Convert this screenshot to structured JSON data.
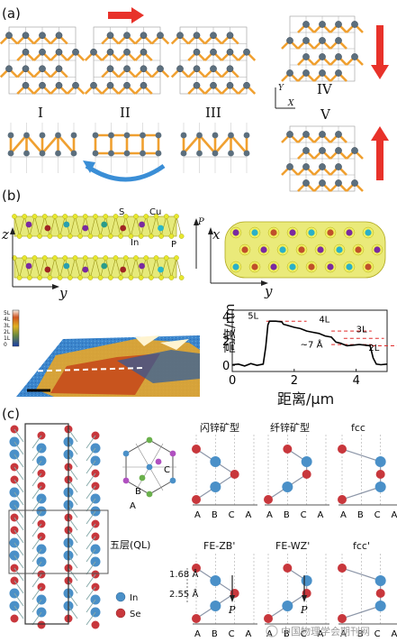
{
  "panels": {
    "a": {
      "label": "(a)",
      "phases": [
        "I",
        "II",
        "III",
        "IV",
        "V"
      ],
      "axes": {
        "y": "Y",
        "x": "X"
      }
    },
    "b": {
      "label": "(b)",
      "atoms": {
        "s": "S",
        "cu": "Cu",
        "in": "In",
        "p": "P"
      },
      "axes_left": {
        "z": "z",
        "y": "y"
      },
      "axes_right": {
        "p": "P",
        "x": "x",
        "y": "y"
      },
      "afm_colorbar": [
        "5L",
        "4L",
        "3L",
        "2L",
        "1L",
        "0"
      ],
      "chart_data": {
        "type": "line",
        "xlabel": "距离/μm",
        "ylabel": "高度/nm",
        "xticks": [
          "0",
          "2",
          "4"
        ],
        "yticks": [
          "0",
          "2",
          "4"
        ],
        "xlim": [
          0,
          5
        ],
        "ylim": [
          -0.5,
          4.5
        ],
        "x": [
          0.0,
          0.2,
          0.4,
          0.6,
          0.8,
          1.0,
          1.08,
          1.15,
          1.2,
          1.4,
          1.6,
          1.65,
          1.8,
          2.0,
          2.2,
          2.4,
          2.6,
          2.8,
          3.0,
          3.2,
          3.35,
          3.5,
          3.7,
          3.9,
          4.1,
          4.3,
          4.45,
          4.55,
          4.65,
          4.8,
          5.0
        ],
        "y": [
          0.05,
          0.1,
          -0.05,
          0.15,
          0.0,
          0.1,
          1.5,
          3.3,
          3.6,
          3.6,
          3.55,
          3.35,
          3.25,
          3.1,
          3.0,
          2.8,
          2.7,
          2.6,
          2.4,
          2.3,
          1.9,
          1.8,
          1.6,
          1.65,
          1.7,
          1.65,
          1.6,
          0.6,
          0.1,
          0.05,
          0.1
        ],
        "annotations": [
          "5L",
          "4L",
          "3L",
          "2L",
          "~7 Å"
        ]
      }
    },
    "c": {
      "label": "(c)",
      "structures_top": [
        "闪锌矿型",
        "纤锌矿型",
        "fcc"
      ],
      "structures_bottom": [
        "FE-ZB'",
        "FE-WZ'",
        "fcc'"
      ],
      "stacking": [
        "A",
        "B",
        "C",
        "A"
      ],
      "hex_labels": [
        "A",
        "B",
        "C"
      ],
      "ql_label": "五层(QL)",
      "legend": [
        {
          "name": "In",
          "color": "#4a90c8"
        },
        {
          "name": "Se",
          "color": "#c8373c"
        }
      ],
      "dimensions": [
        "1.68 Å",
        "2.55 Å"
      ],
      "polarization": "P",
      "watermark": "中国物理学会期刊网"
    }
  }
}
